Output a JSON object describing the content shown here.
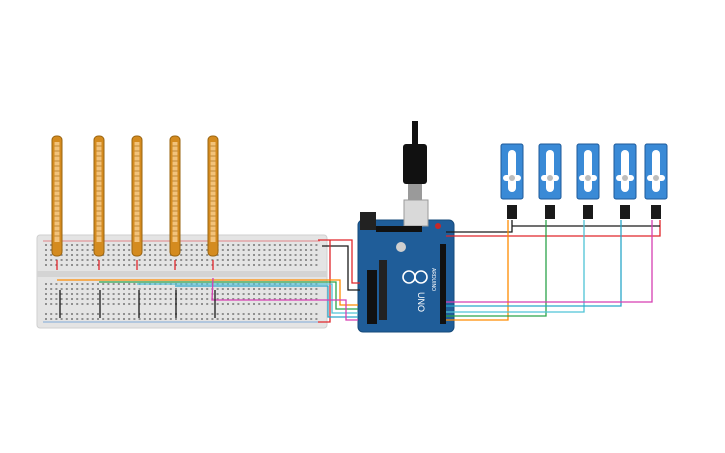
{
  "circuit": {
    "flex_sensor_count": 5,
    "servo_count": 5,
    "arduino": {
      "model_label": "UNO",
      "brand_label": "ARDUINO"
    },
    "wire_colors": {
      "power": "#e0262b",
      "ground": "#1a1a1a",
      "signal_1": "#ff8c00",
      "signal_2": "#2ca34a",
      "signal_3": "#4fc3d6",
      "signal_4": "#2aa7c9",
      "signal_5": "#d63fb2"
    },
    "component_colors": {
      "breadboard": "#e6e6e6",
      "flex_sensor": "#d48b1f",
      "arduino_board": "#1f5d99",
      "servo": "#3a8ad6"
    }
  }
}
